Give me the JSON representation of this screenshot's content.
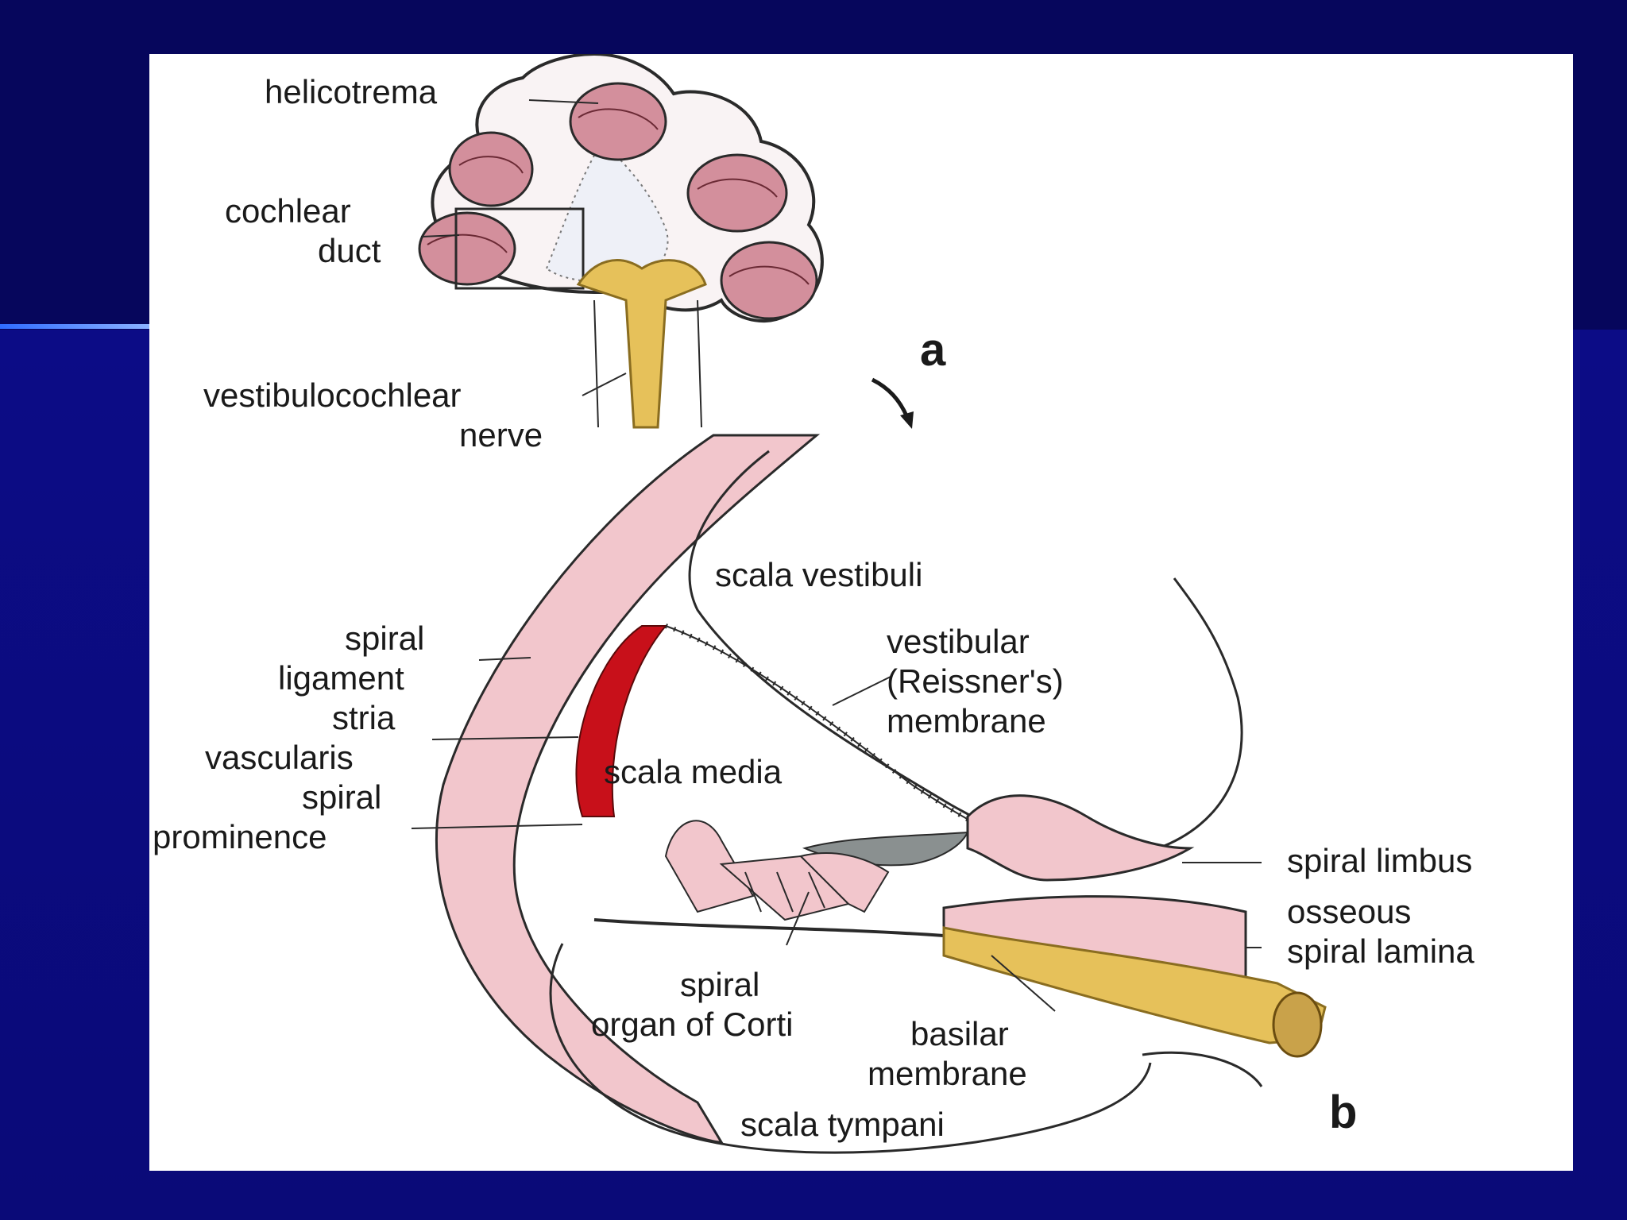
{
  "labels": {
    "helicotrema": "helicotrema",
    "cochlear": "cochlear",
    "duct": "duct",
    "vestibulocochlear": "vestibulocochlear",
    "nerve": "nerve",
    "panel_a": "a",
    "scala_vestibuli": "scala vestibuli",
    "spiral_lig_1": "spiral",
    "spiral_lig_2": "ligament",
    "stria_1": "stria",
    "stria_2": "vascularis",
    "spiral_prom_1": "spiral",
    "spiral_prom_2": "prominence",
    "vestibular_1": "vestibular",
    "vestibular_2": "(Reissner's)",
    "vestibular_3": "membrane",
    "scala_media": "scala media",
    "spiral_limbus": "spiral limbus",
    "osseous_1": "osseous",
    "osseous_2": "spiral lamina",
    "corti_1": "spiral",
    "corti_2": "organ of Corti",
    "basilar_1": "basilar",
    "basilar_2": "membrane",
    "scala_tympani": "scala tympani",
    "panel_b": "b"
  },
  "colors": {
    "background": "#0a0a7a",
    "tissue_pink": "#f2c6cc",
    "duct_pink": "#d38f9c",
    "nerve_yellow": "#e6c15a",
    "stria_red": "#c8101a",
    "tectorial_gray": "#8a9090"
  }
}
